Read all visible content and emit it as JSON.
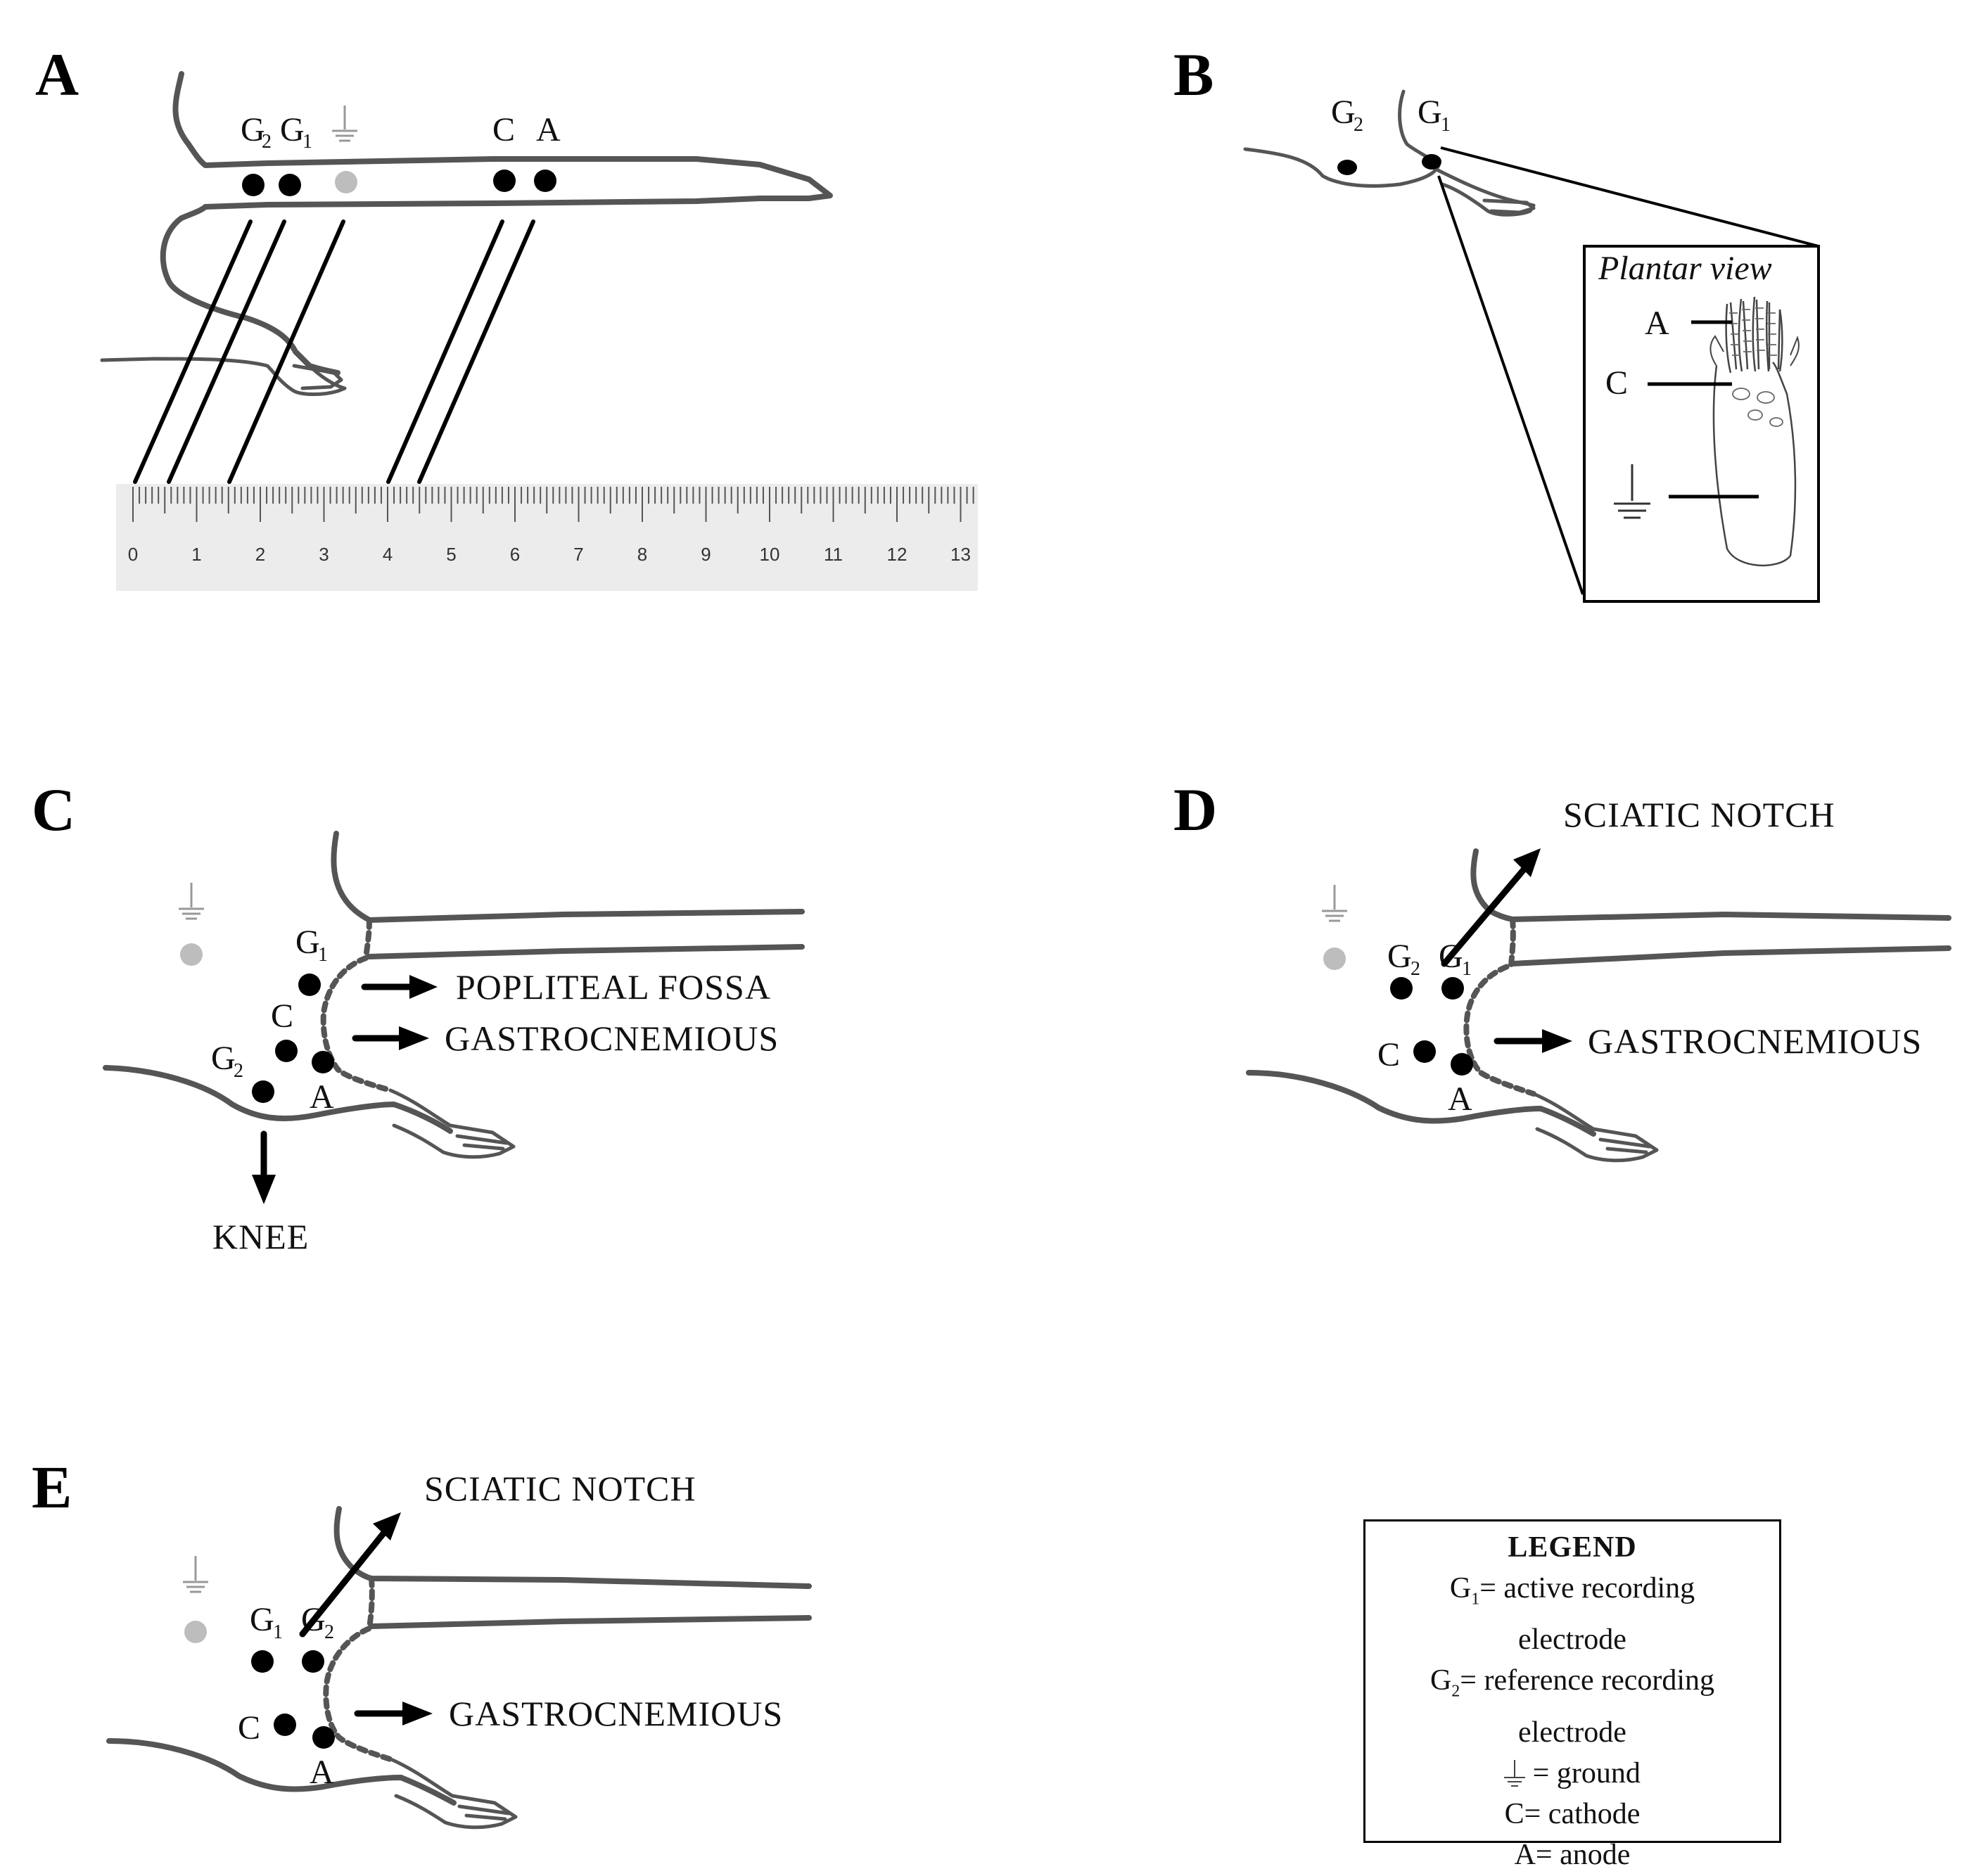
{
  "panels": {
    "A": {
      "letter": "A",
      "electrodes": {
        "g2": "G",
        "g2_sub": "2",
        "g1": "G",
        "g1_sub": "1",
        "cathode": "C",
        "anode": "A"
      },
      "ruler_ticks": [
        "0",
        "1",
        "2",
        "3",
        "4",
        "5",
        "6",
        "7",
        "8",
        "9",
        "10",
        "11",
        "12",
        "13"
      ]
    },
    "B": {
      "letter": "B",
      "g2": "G",
      "g2_sub": "2",
      "g1": "G",
      "g1_sub": "1",
      "inset_title": "Plantar view",
      "inset_a": "A",
      "inset_c": "C"
    },
    "C": {
      "letter": "C",
      "g1": "G",
      "g1_sub": "1",
      "c": "C",
      "g2": "G",
      "g2_sub": "2",
      "a": "A",
      "popliteal": "POPLITEAL FOSSA",
      "gastrocnemious": "GASTROCNEMIOUS",
      "knee": "KNEE"
    },
    "D": {
      "letter": "D",
      "g2": "G",
      "g2_sub": "2",
      "g1": "G",
      "g1_sub": "1",
      "c": "C",
      "a": "A",
      "sciatic": "SCIATIC NOTCH",
      "gastrocnemious": "GASTROCNEMIOUS"
    },
    "E": {
      "letter": "E",
      "g1": "G",
      "g1_sub": "1",
      "g2": "G",
      "g2_sub": "2",
      "c": "C",
      "a": "A",
      "sciatic": "SCIATIC NOTCH",
      "gastrocnemious": "GASTROCNEMIOUS"
    }
  },
  "legend": {
    "title": "LEGEND",
    "g1_prefix": "G",
    "g1_sub": "1",
    "g1_text": "= active recording",
    "g1_text2": "electrode",
    "g2_prefix": "G",
    "g2_sub": "2",
    "g2_text": "= reference recording",
    "g2_text2": "electrode",
    "ground_text": " = ground",
    "cathode_text": "C= cathode",
    "anode_text": "A= anode"
  }
}
